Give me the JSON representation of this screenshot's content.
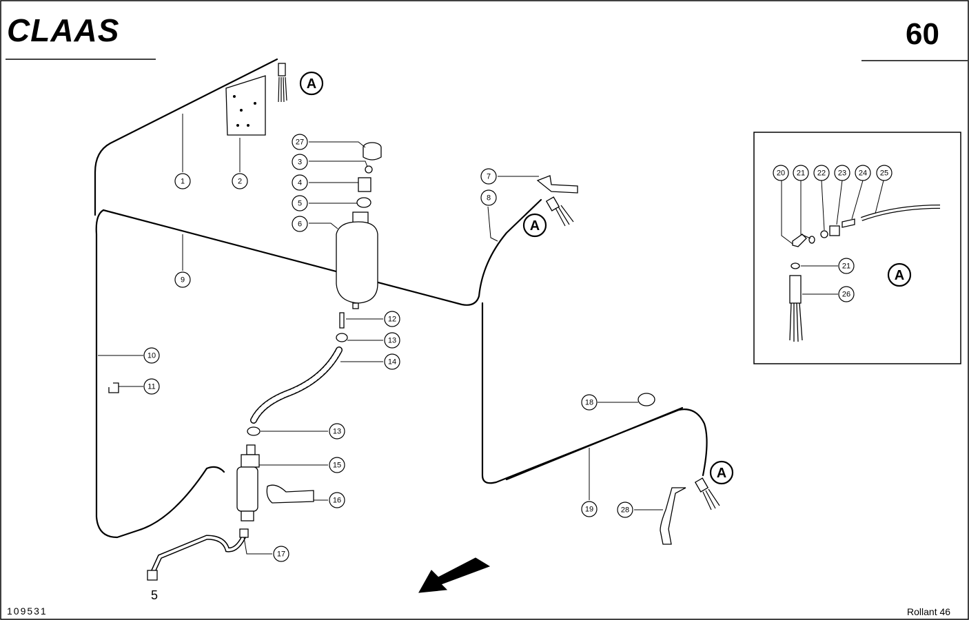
{
  "header": {
    "brand": "CLAAS",
    "page_number": "60"
  },
  "footer": {
    "drawing_number": "109531",
    "model": "Rollant 46"
  },
  "inline_label": "5",
  "view_marker": "A",
  "callouts": [
    "1",
    "2",
    "3",
    "4",
    "5",
    "6",
    "7",
    "8",
    "9",
    "10",
    "11",
    "12",
    "13",
    "13",
    "14",
    "15",
    "16",
    "17",
    "18",
    "19",
    "20",
    "21",
    "21",
    "22",
    "23",
    "24",
    "25",
    "26",
    "27",
    "28"
  ]
}
